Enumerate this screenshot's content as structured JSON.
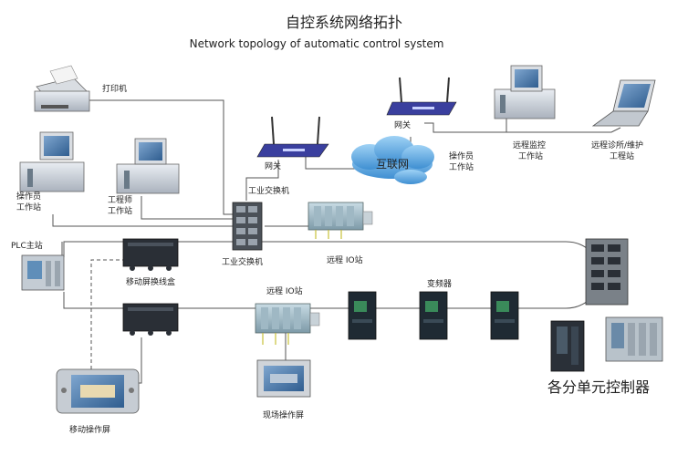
{
  "title": "自控系统网络拓扑",
  "subtitle": "Network topology of automatic control system",
  "labels": {
    "printer": "打印机",
    "gateway_left": "网关",
    "gateway_right": "网关",
    "internet": "互联网",
    "remote_monitor": "远程监控\n工作站",
    "remote_diag": "远程诊所/维护\n工程站",
    "operator_ws_left": "操作员\n工作站",
    "engineer_ws": "工程师\n工作站",
    "operator_ws_right": "操作员\n工作站",
    "industrial_switch_top": "工业交换机",
    "industrial_switch_bottom": "工业交换机",
    "remote_io_top": "远程 IO站",
    "remote_io_bottom": "远程 IO站",
    "plc_master": "PLC主站",
    "mobile_junction": "移动屏换线盒",
    "vfd": "变频器",
    "field_panel": "现场操作屏",
    "mobile_panel": "移动操作屏",
    "unit_controllers": "各分单元控制器"
  },
  "colors": {
    "line": "#555555",
    "router_blue": "#3a3f9e",
    "cloud_blue": "#3f8fd2",
    "device_dark": "#2a2f36",
    "monitor_gray": "#c9ced6"
  }
}
